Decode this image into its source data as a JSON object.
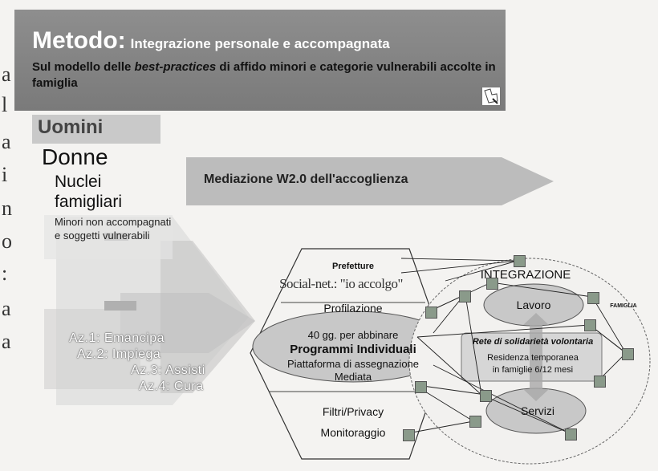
{
  "left_edge_chars": [
    "a",
    "l",
    "a",
    "i",
    "n",
    "o",
    ":",
    "a",
    "a"
  ],
  "header": {
    "title_main": "Metodo:",
    "title_rest": "Integrazione personale e accompagnata",
    "subtitle_prefix": "Sul modello delle ",
    "subtitle_italic": "best-practices",
    "subtitle_suffix": " di affido minori e categorie vulnerabili accolte in famiglia"
  },
  "categories": {
    "uomini": "Uomini",
    "donne": "Donne",
    "nuclei_1": "Nuclei",
    "nuclei_2": "famigliari",
    "minori": "Minori non accompagnati e soggetti vulnerabili"
  },
  "mediation_banner": "Mediazione W2.0 dell'accoglienza",
  "actions": [
    "Az.1: Emancipa",
    "Az.2: Impiega",
    "Az.3: Assisti",
    "Az.4: Cura"
  ],
  "hexagon": {
    "prefetture": "Prefetture",
    "social_net": "Social-net.: \"io accolgo\"",
    "profilazione": "Profilazione",
    "gg": "40 gg. per abbinare",
    "programmi": "Programmi Individuali",
    "piattaforma": "Piattaforma di assegnazione",
    "mediata": "Mediata",
    "filtri": "Filtri/Privacy",
    "monitoraggio": "Monitoraggio"
  },
  "circle": {
    "integrazione": "INTEGRAZIONE",
    "lavoro": "Lavoro",
    "famiglia": "FAMIGLIA",
    "rete": "Rete di solidarietà volontaria",
    "residenza_1": "Residenza temporanea",
    "residenza_2": "in famiglie 6/12 mesi",
    "servizi": "Servizi"
  },
  "colors": {
    "header_bg": "#808080",
    "banner_bg": "#b9b9b9",
    "node": "#8a9a8a"
  }
}
